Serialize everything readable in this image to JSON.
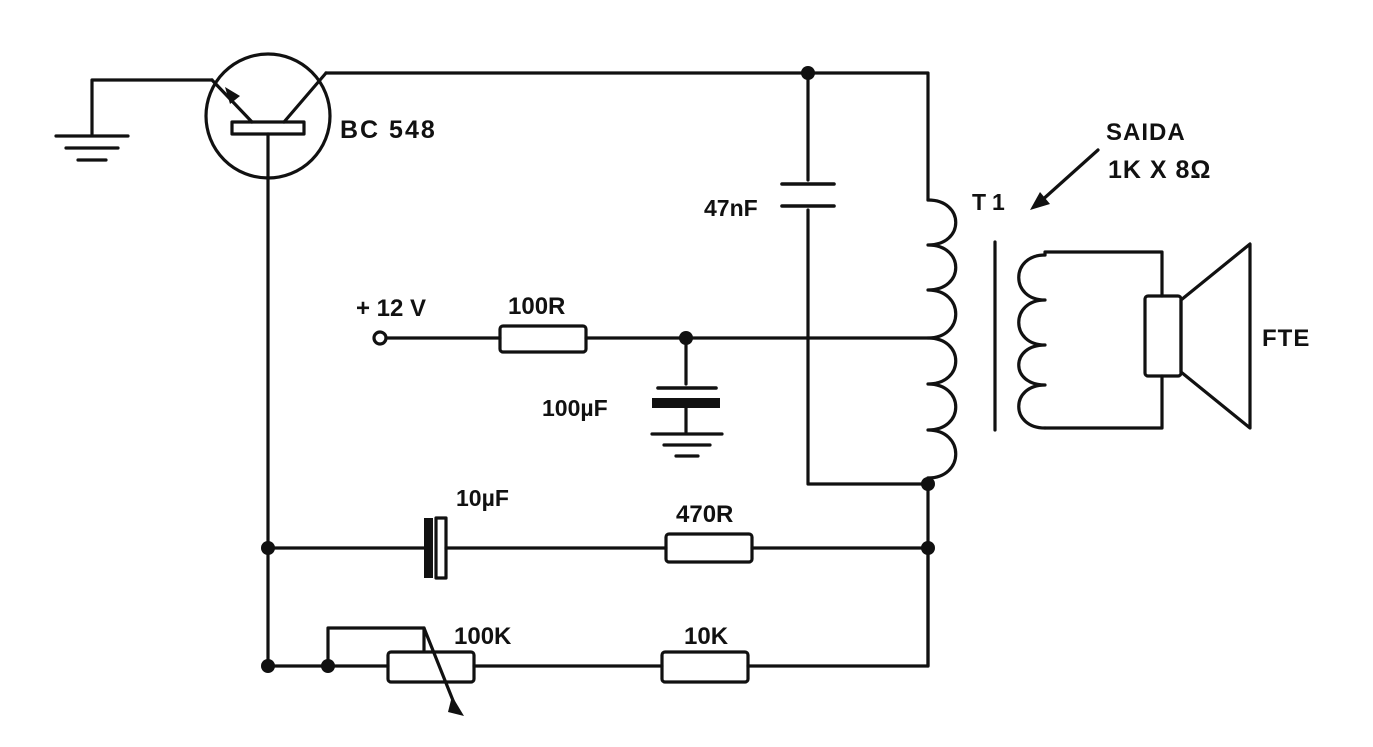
{
  "diagram": {
    "transistor": {
      "label": "BC 548"
    },
    "capacitors": {
      "c1": {
        "label": "47nF"
      },
      "c2": {
        "label": "100µF"
      },
      "c3": {
        "label": "10µF"
      }
    },
    "resistors": {
      "r1": {
        "label": "100R"
      },
      "r2": {
        "label": "470R"
      },
      "r3": {
        "label": "100K"
      },
      "r4": {
        "label": "10K"
      }
    },
    "supply": {
      "label": "+ 12 V"
    },
    "transformer": {
      "label": "T1",
      "note_line1": "SAIDA",
      "note_line2": "1K X 8Ω"
    },
    "speaker": {
      "label": "FTE"
    }
  },
  "colors": {
    "ink": "#111111",
    "paper": "#ffffff"
  },
  "icons": [
    "ground-symbol",
    "speaker-symbol",
    "arrow"
  ]
}
